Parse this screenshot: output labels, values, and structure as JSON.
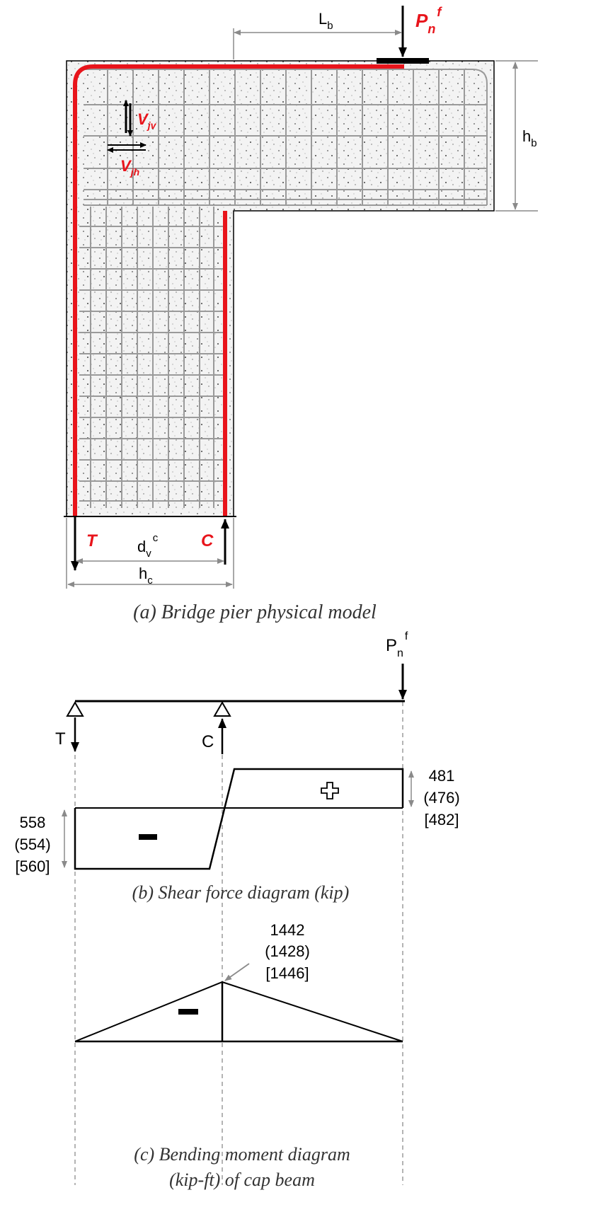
{
  "colors": {
    "rebar": "#e8141b",
    "line": "#000000",
    "concrete": "#f3f3f3",
    "mesh": "#9a9a9a",
    "dash": "#8c8c8c",
    "arrow": "#8a8a8a"
  },
  "panel_a": {
    "caption": "(a) Bridge pier physical model",
    "lb": {
      "main": "L",
      "sub": "b"
    },
    "hb": {
      "main": "h",
      "sub": "b"
    },
    "hc": {
      "main": "h",
      "sub": "c"
    },
    "dv": {
      "main": "d",
      "sub": "v",
      "sup": "c"
    },
    "pnf": {
      "main": "P",
      "sub": "n",
      "sup": "f"
    },
    "vjv": {
      "main": "V",
      "sub": "jv"
    },
    "vjh": {
      "main": "V",
      "sub": "jh"
    },
    "t_label": "T",
    "c_label": "C"
  },
  "panel_b": {
    "pnf": {
      "main": "P",
      "sub": "n",
      "sup": "f"
    },
    "t_label": "T",
    "c_label": "C",
    "pos_values": [
      "481",
      "(476)",
      "[482]"
    ],
    "neg_values": [
      "558",
      "(554)",
      "[560]"
    ],
    "caption": "(b) Shear force diagram (kip)"
  },
  "panel_c": {
    "peak_values": [
      "1442",
      "(1428)",
      "[1446]"
    ],
    "caption_line1": "(c) Bending moment diagram",
    "caption_line2": "(kip-ft) of cap beam"
  }
}
